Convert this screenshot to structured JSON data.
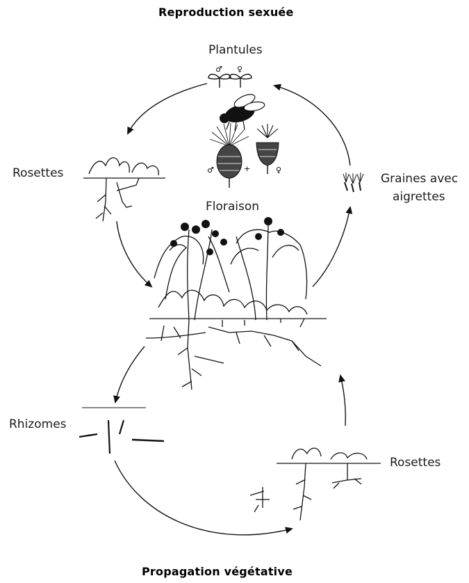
{
  "title_top": "Reproduction sexuée",
  "title_bottom": "Propagation végétative",
  "labels": {
    "plantules": "Plantules",
    "rosettes_top": "Rosettes",
    "floraison": "Floraison",
    "graines_line1": "Graines avec",
    "graines_line2": "aigrettes",
    "rhizomes": "Rhizomes",
    "rosettes_bottom": "Rosettes"
  },
  "symbols": {
    "male": "♂",
    "female": "♀",
    "plus": "+"
  }
}
